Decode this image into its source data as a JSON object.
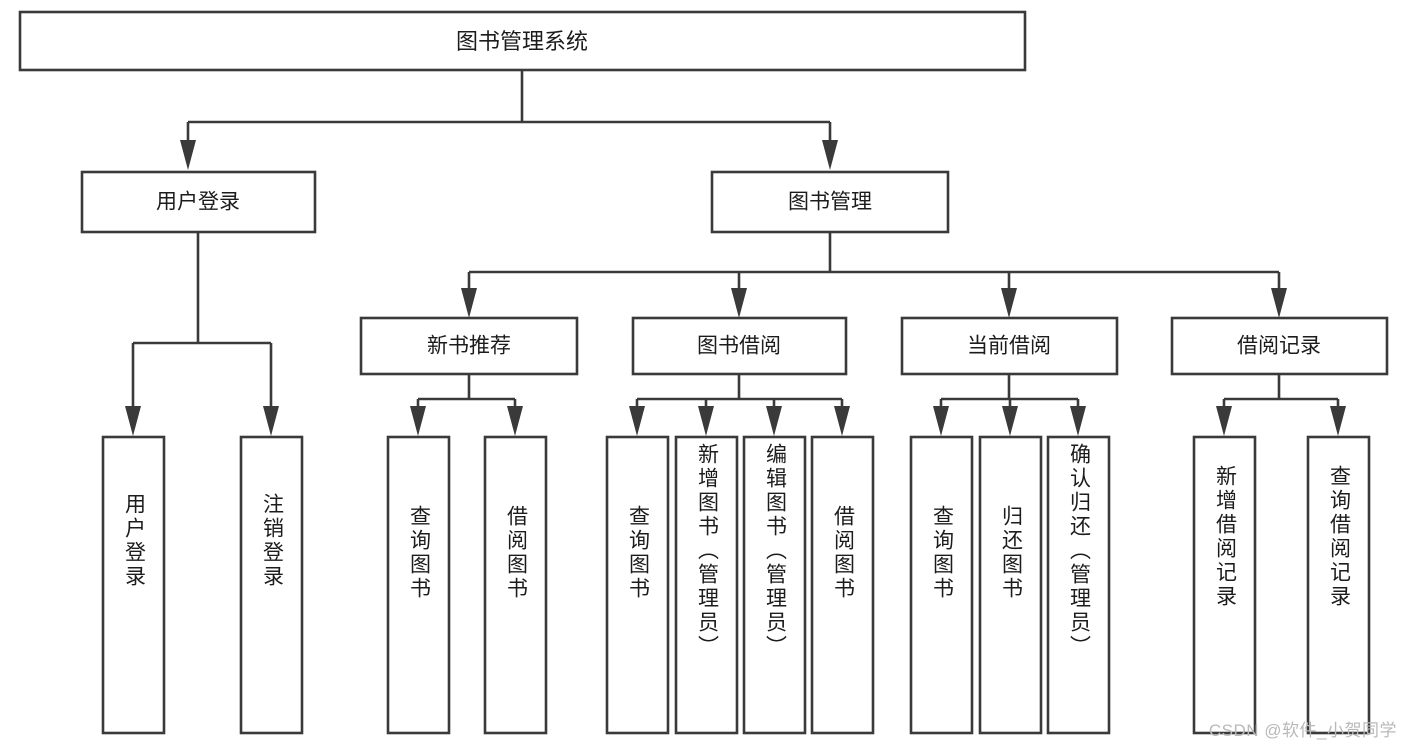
{
  "diagram": {
    "type": "tree",
    "title": "图书管理系统",
    "orientation": "top-down",
    "colors": {
      "stroke": "#3a3a3a",
      "fill": "#ffffff",
      "text": "#1c1c1c",
      "background": "#ffffff",
      "watermark": "#b9b9b9"
    },
    "root": {
      "label": "图书管理系统"
    },
    "level2": [
      {
        "label": "用户登录"
      },
      {
        "label": "图书管理"
      }
    ],
    "level3": [
      {
        "label": "新书推荐"
      },
      {
        "label": "图书借阅"
      },
      {
        "label": "当前借阅"
      },
      {
        "label": "借阅记录"
      }
    ],
    "leaves": {
      "user_login": [
        {
          "label": "用户登录"
        },
        {
          "label": "注销登录"
        }
      ],
      "new_book_recommend": [
        {
          "label": "查询图书"
        },
        {
          "label": "借阅图书"
        }
      ],
      "book_borrow": [
        {
          "label": "查询图书"
        },
        {
          "label": "新增图书（管理员）"
        },
        {
          "label": "编辑图书（管理员）"
        },
        {
          "label": "借阅图书"
        }
      ],
      "current_borrow": [
        {
          "label": "查询图书"
        },
        {
          "label": "归还图书"
        },
        {
          "label": "确认归还（管理员）"
        }
      ],
      "borrow_record": [
        {
          "label": "新增借阅记录"
        },
        {
          "label": "查询借阅记录"
        }
      ]
    }
  },
  "watermark": {
    "text": "CSDN @软件_小贺同学"
  }
}
